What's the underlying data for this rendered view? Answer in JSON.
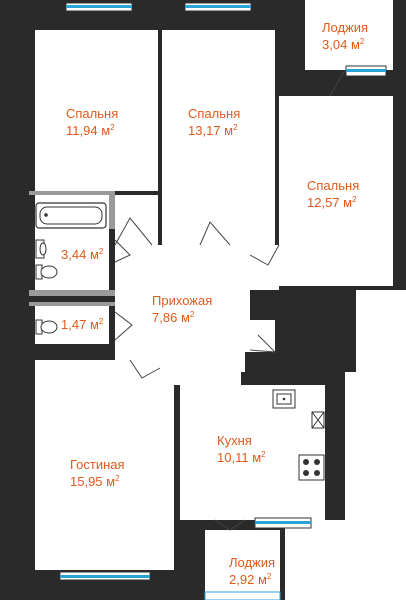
{
  "colors": {
    "wall": "#2a2a2a",
    "inner_wall": "#ffffff",
    "wall_gray": "#9a9a9a",
    "window": "#2aa4d8",
    "label": "#e0591b",
    "fixture": "#333333"
  },
  "rooms": [
    {
      "key": "bedroom1",
      "name": "Спальня",
      "area": "11,94",
      "unit": "м",
      "sup": "2"
    },
    {
      "key": "bedroom2",
      "name": "Спальня",
      "area": "13,17",
      "unit": "м",
      "sup": "2"
    },
    {
      "key": "loggia_top",
      "name": "Лоджия",
      "area": "3,04",
      "unit": "м",
      "sup": "2"
    },
    {
      "key": "bedroom3",
      "name": "Спальня",
      "area": "12,57",
      "unit": "м",
      "sup": "2"
    },
    {
      "key": "bathroom",
      "name": "",
      "area": "3,44",
      "unit": "м",
      "sup": "2"
    },
    {
      "key": "toilet",
      "name": "",
      "area": "1,47",
      "unit": "м",
      "sup": "2"
    },
    {
      "key": "hallway",
      "name": "Прихожая",
      "area": "7,86",
      "unit": "м",
      "sup": "2"
    },
    {
      "key": "kitchen",
      "name": "Кухня",
      "area": "10,11",
      "unit": "м",
      "sup": "2"
    },
    {
      "key": "living",
      "name": "Гостиная",
      "area": "15,95",
      "unit": "м",
      "sup": "2"
    },
    {
      "key": "loggia_bottom",
      "name": "Лоджия",
      "area": "2,92",
      "unit": "м",
      "sup": "2"
    }
  ]
}
